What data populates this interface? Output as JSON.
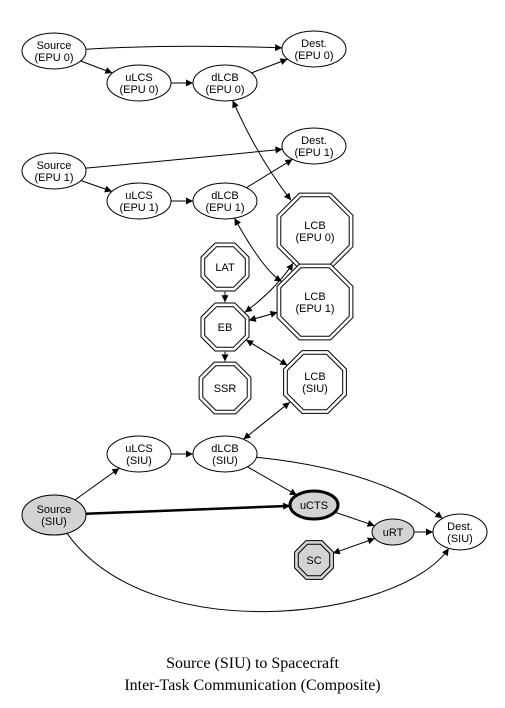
{
  "diagram": {
    "colors": {
      "stroke": "#000000",
      "highlight_fill": "#d3d3d3",
      "background": "#ffffff"
    },
    "nodes": [
      {
        "id": "src0",
        "lines": [
          "Source",
          "(EPU 0)"
        ],
        "shape": "ellipse",
        "fill": "none"
      },
      {
        "id": "dst0",
        "lines": [
          "Dest.",
          "(EPU 0)"
        ],
        "shape": "ellipse",
        "fill": "none"
      },
      {
        "id": "ulcs0",
        "lines": [
          "uLCS",
          "(EPU 0)"
        ],
        "shape": "ellipse",
        "fill": "none"
      },
      {
        "id": "dlcb0",
        "lines": [
          "dLCB",
          "(EPU 0)"
        ],
        "shape": "ellipse",
        "fill": "none"
      },
      {
        "id": "src1",
        "lines": [
          "Source",
          "(EPU 1)"
        ],
        "shape": "ellipse",
        "fill": "none"
      },
      {
        "id": "dst1",
        "lines": [
          "Dest.",
          "(EPU 1)"
        ],
        "shape": "ellipse",
        "fill": "none"
      },
      {
        "id": "ulcs1",
        "lines": [
          "uLCS",
          "(EPU 1)"
        ],
        "shape": "ellipse",
        "fill": "none"
      },
      {
        "id": "dlcb1",
        "lines": [
          "dLCB",
          "(EPU 1)"
        ],
        "shape": "ellipse",
        "fill": "none"
      },
      {
        "id": "lcb0",
        "lines": [
          "LCB",
          "(EPU 0)"
        ],
        "shape": "double-octagon",
        "fill": "none"
      },
      {
        "id": "lat",
        "lines": [
          "LAT"
        ],
        "shape": "double-octagon",
        "fill": "none"
      },
      {
        "id": "lcb1",
        "lines": [
          "LCB",
          "(EPU 1)"
        ],
        "shape": "double-octagon",
        "fill": "none"
      },
      {
        "id": "eb",
        "lines": [
          "EB"
        ],
        "shape": "double-octagon",
        "fill": "none"
      },
      {
        "id": "ssr",
        "lines": [
          "SSR"
        ],
        "shape": "double-octagon",
        "fill": "none"
      },
      {
        "id": "lcbsiu",
        "lines": [
          "LCB",
          "(SIU)"
        ],
        "shape": "double-octagon",
        "fill": "none"
      },
      {
        "id": "ulcss",
        "lines": [
          "uLCS",
          "(SIU)"
        ],
        "shape": "ellipse",
        "fill": "none"
      },
      {
        "id": "dlcbs",
        "lines": [
          "dLCB",
          "(SIU)"
        ],
        "shape": "ellipse",
        "fill": "none"
      },
      {
        "id": "srcs",
        "lines": [
          "Source",
          "(SIU)"
        ],
        "shape": "ellipse",
        "fill": "highlight"
      },
      {
        "id": "ucts",
        "lines": [
          "uCTS"
        ],
        "shape": "ellipse",
        "fill": "highlight",
        "bold": true
      },
      {
        "id": "urt",
        "lines": [
          "uRT"
        ],
        "shape": "ellipse",
        "fill": "highlight"
      },
      {
        "id": "dsts",
        "lines": [
          "Dest.",
          "(SIU)"
        ],
        "shape": "ellipse",
        "fill": "none"
      },
      {
        "id": "sc",
        "lines": [
          "SC"
        ],
        "shape": "double-octagon",
        "fill": "highlight"
      }
    ],
    "edges": [
      {
        "from": "src0",
        "to": "dst0"
      },
      {
        "from": "src0",
        "to": "ulcs0"
      },
      {
        "from": "ulcs0",
        "to": "dlcb0"
      },
      {
        "from": "dlcb0",
        "to": "dst0"
      },
      {
        "from": "dlcb0",
        "to": "lcb0",
        "bidirectional": true
      },
      {
        "from": "src1",
        "to": "dst1"
      },
      {
        "from": "src1",
        "to": "ulcs1"
      },
      {
        "from": "ulcs1",
        "to": "dlcb1"
      },
      {
        "from": "dlcb1",
        "to": "dst1"
      },
      {
        "from": "dlcb1",
        "to": "lcb1",
        "bidirectional": true
      },
      {
        "from": "lat",
        "to": "eb"
      },
      {
        "from": "eb",
        "to": "ssr"
      },
      {
        "from": "eb",
        "to": "lcb0",
        "bidirectional": true
      },
      {
        "from": "eb",
        "to": "lcb1",
        "bidirectional": true
      },
      {
        "from": "eb",
        "to": "lcbsiu",
        "bidirectional": true
      },
      {
        "from": "dlcbs",
        "to": "lcbsiu",
        "bidirectional": true
      },
      {
        "from": "srcs",
        "to": "ulcss"
      },
      {
        "from": "ulcss",
        "to": "dlcbs"
      },
      {
        "from": "dlcbs",
        "to": "ucts"
      },
      {
        "from": "dlcbs",
        "to": "dsts"
      },
      {
        "from": "srcs",
        "to": "ucts",
        "bold": true
      },
      {
        "from": "ucts",
        "to": "urt"
      },
      {
        "from": "urt",
        "to": "dsts"
      },
      {
        "from": "srcs",
        "to": "dsts"
      },
      {
        "from": "sc",
        "to": "urt",
        "bidirectional": true
      }
    ]
  },
  "caption": {
    "line1": "Source (SIU) to Spacecraft",
    "line2": "Inter-Task Communication (Composite)"
  }
}
